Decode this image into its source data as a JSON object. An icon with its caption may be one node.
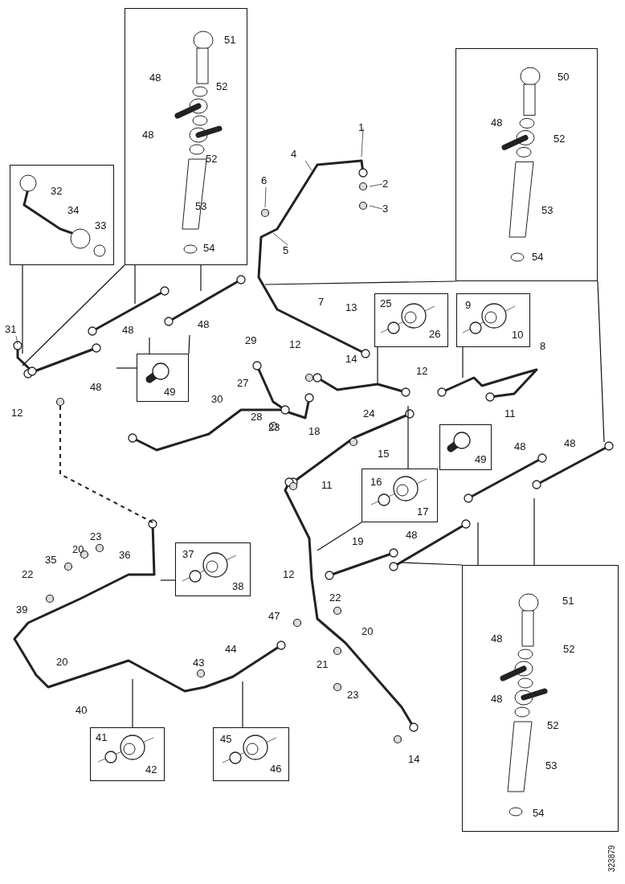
{
  "diagram": {
    "nodes": [
      {
        "text": [
          "51",
          "48",
          "52",
          "48",
          "52",
          "53",
          "54"
        ]
      },
      {
        "text": [
          "32",
          "34",
          "33"
        ]
      },
      {
        "text": [
          "50",
          "48",
          "52",
          "53",
          "54"
        ]
      },
      {
        "text": [
          "49"
        ]
      },
      {
        "text": [
          "25",
          "26"
        ]
      },
      {
        "text": [
          "9",
          "10"
        ]
      },
      {
        "text": [
          "49"
        ]
      },
      {
        "text": [
          "16",
          "17"
        ]
      },
      {
        "text": [
          "37",
          "38"
        ]
      },
      {
        "text": [
          "41",
          "42"
        ]
      },
      {
        "text": [
          "45",
          "46"
        ]
      },
      {
        "text": [
          "51",
          "48",
          "52",
          "48",
          "52",
          "53",
          "54"
        ]
      }
    ],
    "edges": [
      {
        "from": 0,
        "to": null,
        "arrow": "none"
      },
      {
        "from": 0,
        "to": null,
        "arrow": "none"
      },
      {
        "from": 0,
        "to": null,
        "arrow": "none"
      },
      {
        "from": 1,
        "to": null,
        "arrow": "none"
      },
      {
        "from": 2,
        "to": null,
        "arrow": "none"
      },
      {
        "from": 2,
        "to": null,
        "arrow": "none"
      },
      {
        "from": 3,
        "to": null,
        "arrow": "none"
      },
      {
        "from": 3,
        "to": null,
        "arrow": "none"
      },
      {
        "from": 3,
        "to": null,
        "arrow": "none"
      },
      {
        "from": 4,
        "to": null,
        "arrow": "none"
      },
      {
        "from": 5,
        "to": null,
        "arrow": "none"
      },
      {
        "from": 7,
        "to": null,
        "arrow": "none"
      },
      {
        "from": 7,
        "to": null,
        "arrow": "none"
      },
      {
        "from": 8,
        "to": null,
        "arrow": "none"
      },
      {
        "from": 9,
        "to": null,
        "arrow": "none"
      },
      {
        "from": 10,
        "to": null,
        "arrow": "none"
      },
      {
        "from": 11,
        "to": null,
        "arrow": "none"
      },
      {
        "from": 11,
        "to": null,
        "arrow": "none"
      },
      {
        "from": 11,
        "to": null,
        "arrow": "none"
      }
    ],
    "labels": [
      "1",
      "4",
      "6",
      "2",
      "3",
      "5",
      "31",
      "48",
      "48",
      "7",
      "13",
      "29",
      "12",
      "14",
      "8",
      "12",
      "48",
      "27",
      "24",
      "11",
      "12",
      "30",
      "28",
      "23",
      "18",
      "15",
      "48",
      "48",
      "11",
      "19",
      "48",
      "23",
      "20",
      "35",
      "36",
      "22",
      "12",
      "22",
      "39",
      "47",
      "20",
      "44",
      "43",
      "20",
      "21",
      "23",
      "40",
      "14",
      "323879"
    ]
  }
}
